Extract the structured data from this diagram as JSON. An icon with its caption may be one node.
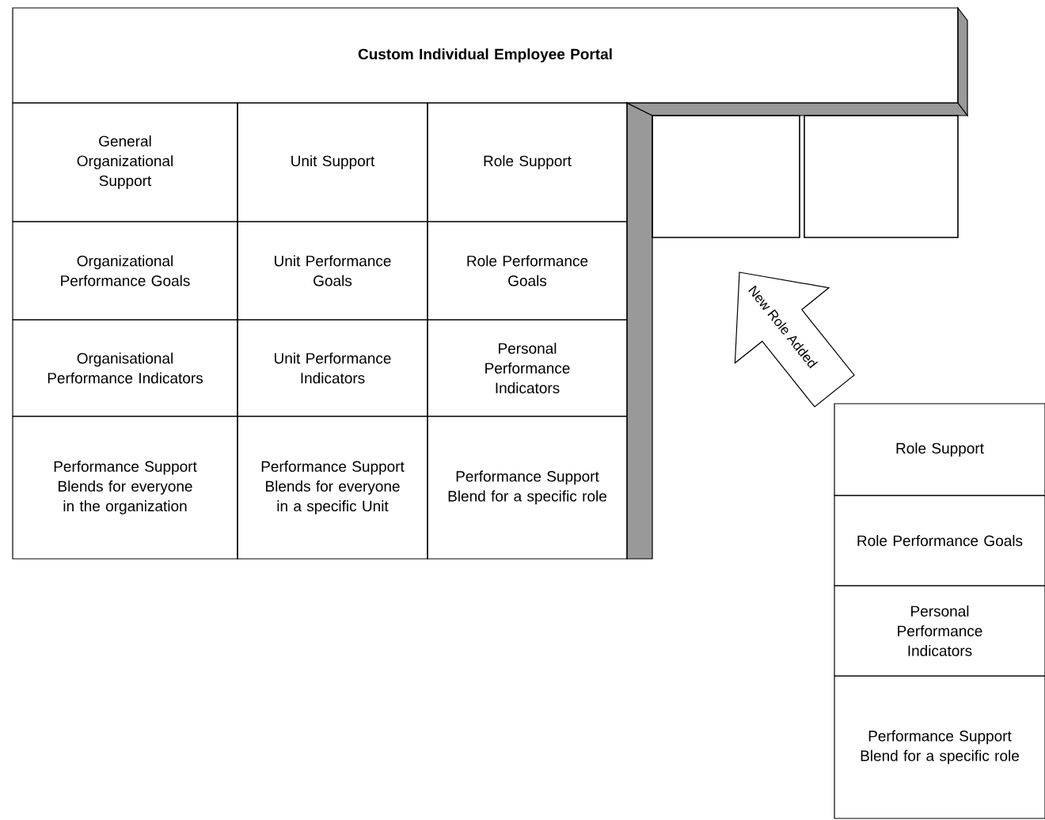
{
  "diagram": {
    "nodes": [
      {
        "text": [
          "Custom Individual Employee Portal"
        ]
      },
      {
        "text": [
          "General Organizational Support"
        ]
      },
      {
        "text": [
          "Unit Support"
        ]
      },
      {
        "text": [
          "Role Support"
        ]
      },
      {
        "text": [
          "Organizational Performance Goals"
        ]
      },
      {
        "text": [
          "Unit Performance Goals"
        ]
      },
      {
        "text": [
          "Role Performance Goals"
        ]
      },
      {
        "text": [
          "Organisational Performance Indicators"
        ]
      },
      {
        "text": [
          "Unit Performance Indicators"
        ]
      },
      {
        "text": [
          "Personal Performance Indicators"
        ]
      },
      {
        "text": [
          "Performance Support Blends for everyone in the organization"
        ]
      },
      {
        "text": [
          "Performance Support Blends for everyone in a specific Unit"
        ]
      },
      {
        "text": [
          "Performance Support Blend for a specific role"
        ]
      },
      {
        "text": [],
        "shape": "box"
      },
      {
        "text": [],
        "shape": "box"
      },
      {
        "text": [
          "Role Support"
        ]
      },
      {
        "text": [
          "Role Performance Goals"
        ]
      },
      {
        "text": [
          "Personal Performance Indicators"
        ]
      },
      {
        "text": [
          "Performance Support Blend for a specific role"
        ]
      }
    ],
    "edges": [
      {
        "from": 15,
        "to": 13,
        "arrow": "to",
        "label": "New Role Added"
      }
    ]
  }
}
